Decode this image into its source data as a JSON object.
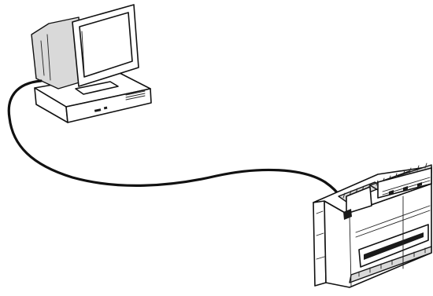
{
  "diagram": {
    "nodes": [
      {
        "id": "computer",
        "icon": "desktop-computer-icon"
      },
      {
        "id": "controller",
        "icon": "din-rail-controller-icon"
      }
    ],
    "edges": [
      {
        "from": "computer",
        "to": "controller",
        "kind": "cable"
      }
    ]
  }
}
